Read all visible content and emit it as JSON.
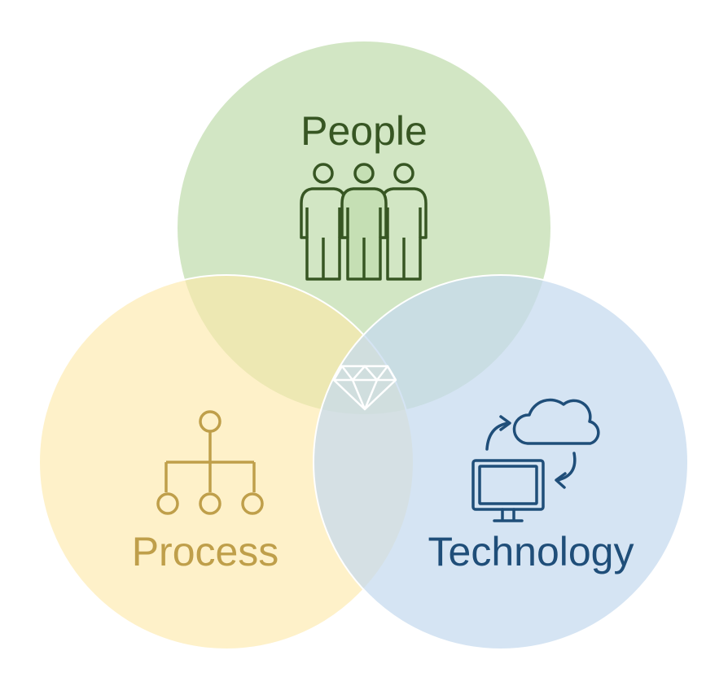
{
  "diagram": {
    "sets": [
      {
        "id": "people",
        "label": "People",
        "icon": "people-icon",
        "fill": "#c5dfb4",
        "text_color": "#375623"
      },
      {
        "id": "process",
        "label": "Process",
        "icon": "org-chart-icon",
        "fill": "#fde9a8",
        "text_color": "#bf9f4a"
      },
      {
        "id": "technology",
        "label": "Technology",
        "icon": "cloud-computer-icon",
        "fill": "#c5d9ef",
        "text_color": "#1f4e79"
      }
    ],
    "center_icon": "diamond-icon"
  }
}
